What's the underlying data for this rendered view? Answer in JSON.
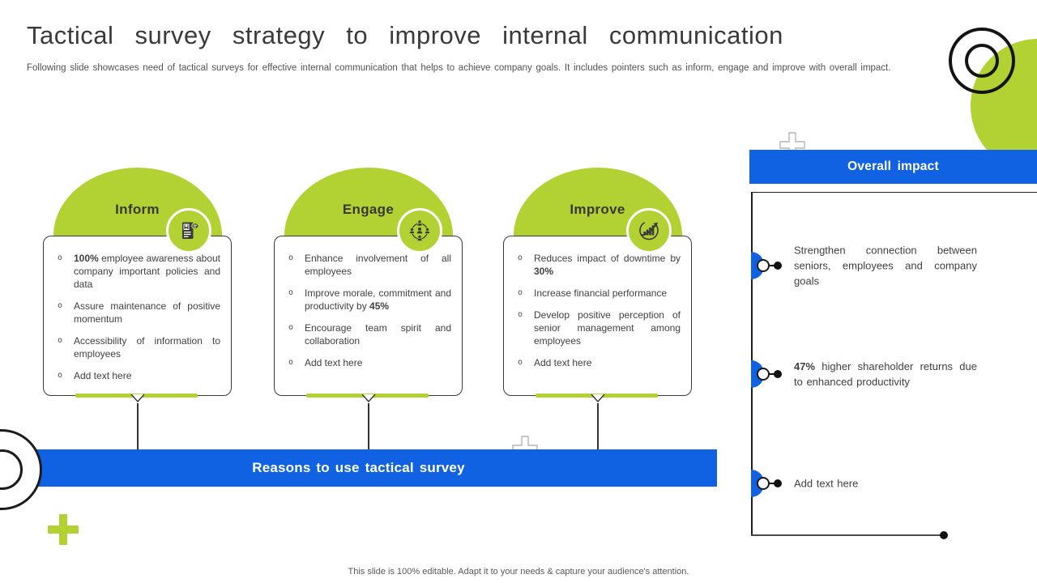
{
  "title": "Tactical survey strategy to improve internal communication",
  "subtitle": "Following slide showcases need of tactical surveys for effective internal communication that helps to achieve company goals. It includes pointers such as inform, engage and improve with overall impact.",
  "footer": "This slide is 100% editable. Adapt it to your needs & capture your audience's attention.",
  "glyphs": {
    "bullet": "o"
  },
  "colors": {
    "lime": "#b2d233",
    "blue": "#1162e3",
    "ink": "#3d3d3d"
  },
  "cards": [
    {
      "title": "Inform",
      "icon": "document-search-icon",
      "items": [
        {
          "t1": "",
          "b": "100%",
          "t2": " employee awareness about company important policies and data"
        },
        {
          "t1": "Assure maintenance of positive momentum",
          "b": "",
          "t2": ""
        },
        {
          "t1": "Accessibility of information to employees",
          "b": "",
          "t2": ""
        },
        {
          "t1": "Add text here",
          "b": "",
          "t2": ""
        }
      ]
    },
    {
      "title": "Engage",
      "icon": "team-network-icon",
      "items": [
        {
          "t1": "Enhance involvement of all employees",
          "b": "",
          "t2": ""
        },
        {
          "t1": "Improve morale, commitment and productivity by ",
          "b": "45%",
          "t2": ""
        },
        {
          "t1": "Encourage team spirit and collaboration",
          "b": "",
          "t2": ""
        },
        {
          "t1": "Add text here",
          "b": "",
          "t2": ""
        }
      ]
    },
    {
      "title": "Improve",
      "icon": "growth-chart-icon",
      "items": [
        {
          "t1": "Reduces impact of downtime by ",
          "b": "30%",
          "t2": ""
        },
        {
          "t1": "Increase financial performance",
          "b": "",
          "t2": ""
        },
        {
          "t1": "Develop positive perception of senior management among employees",
          "b": "",
          "t2": ""
        },
        {
          "t1": "Add text here",
          "b": "",
          "t2": ""
        }
      ]
    }
  ],
  "banner": {
    "label": "Reasons to use tactical survey"
  },
  "impact": {
    "title": "Overall impact",
    "items": [
      {
        "t1": "Strengthen connection between seniors, employees and company goals",
        "b": "",
        "t2": ""
      },
      {
        "t1": "",
        "b": "47%",
        "t2": " higher shareholder returns due to enhanced productivity"
      },
      {
        "t1": "Add text here",
        "b": "",
        "t2": ""
      }
    ]
  }
}
